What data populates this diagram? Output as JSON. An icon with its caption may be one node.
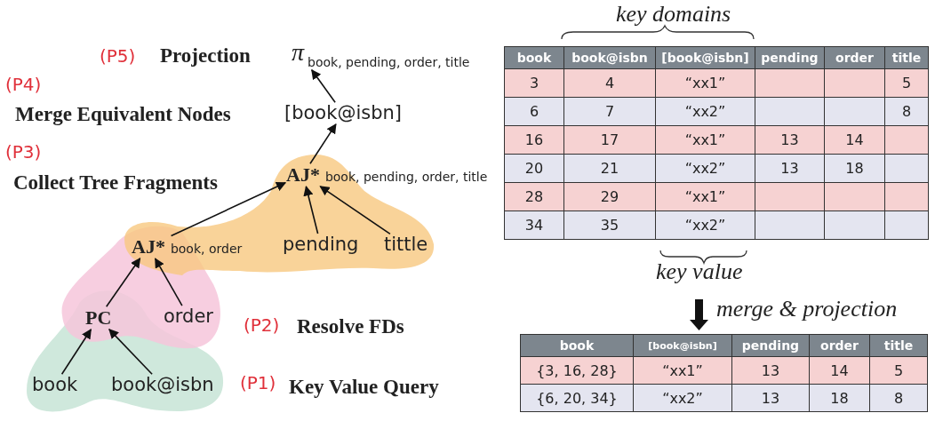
{
  "diagram": {
    "nodes": [
      {
        "text": [
          "π$_{book, pending, order, title}$"
        ]
      },
      {
        "text": [
          "[book@isbn]"
        ]
      },
      {
        "text": [
          "AJ*",
          "book, pending, order, title"
        ]
      },
      {
        "text": [
          "AJ*",
          "book, order"
        ]
      },
      {
        "text": [
          "pending"
        ]
      },
      {
        "text": [
          "tittle"
        ]
      },
      {
        "text": [
          "PC"
        ]
      },
      {
        "text": [
          "order"
        ]
      },
      {
        "text": [
          "book"
        ]
      },
      {
        "text": [
          "book@isbn"
        ]
      }
    ],
    "edges": [
      {
        "from": 1,
        "to": 0,
        "arrow": "to"
      },
      {
        "from": 2,
        "to": 1,
        "arrow": "to"
      },
      {
        "from": 3,
        "to": 2,
        "arrow": "to"
      },
      {
        "from": 4,
        "to": 2,
        "arrow": "to"
      },
      {
        "from": 5,
        "to": 2,
        "arrow": "to"
      },
      {
        "from": 6,
        "to": 3,
        "arrow": "to"
      },
      {
        "from": 7,
        "to": 3,
        "arrow": "to"
      },
      {
        "from": 8,
        "to": 6,
        "arrow": "to"
      },
      {
        "from": 9,
        "to": 6,
        "arrow": "to"
      }
    ],
    "labels": [
      "(P5)",
      "Projection",
      "(P4)",
      "Merge Equivalent Nodes",
      "(P3)",
      "Collect Tree Fragments",
      "(P2)",
      "Resolve FDs",
      "(P1)",
      "Key Value Query",
      "key domains",
      "book",
      "book@isbn",
      "[book@isbn]",
      "pending",
      "order",
      "title",
      "3",
      "4",
      "“xx1”",
      "5",
      "6",
      "7",
      "“xx2”",
      "8",
      "16",
      "17",
      "“xx1”",
      "13",
      "14",
      "20",
      "21",
      "“xx2”",
      "13",
      "18",
      "28",
      "29",
      "“xx1”",
      "34",
      "35",
      "“xx2”",
      "key value",
      "merge & projection",
      "book",
      "[book@isbn]",
      "pending",
      "order",
      "title",
      "{3, 16, 28}",
      "“xx1”",
      "13",
      "14",
      "5",
      "{6, 20, 34}",
      "“xx2”",
      "13",
      "18",
      "8"
    ]
  }
}
